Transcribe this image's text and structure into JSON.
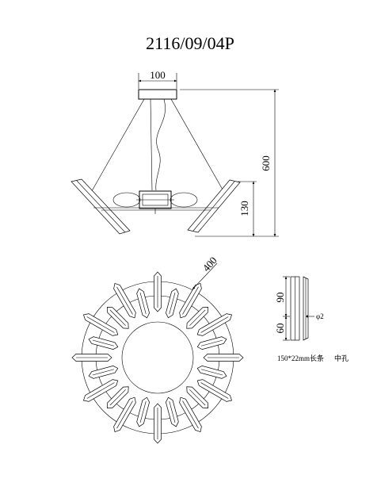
{
  "title": "2116/09/04P",
  "dimensions": {
    "canopy_width": "100",
    "total_height": "600",
    "body_height": "130",
    "diameter": "400",
    "crystal_long": "90",
    "crystal_short": "60",
    "hole": "φ2"
  },
  "note": {
    "crystal_size": "150*22mm长条",
    "hole_label": "中孔"
  }
}
